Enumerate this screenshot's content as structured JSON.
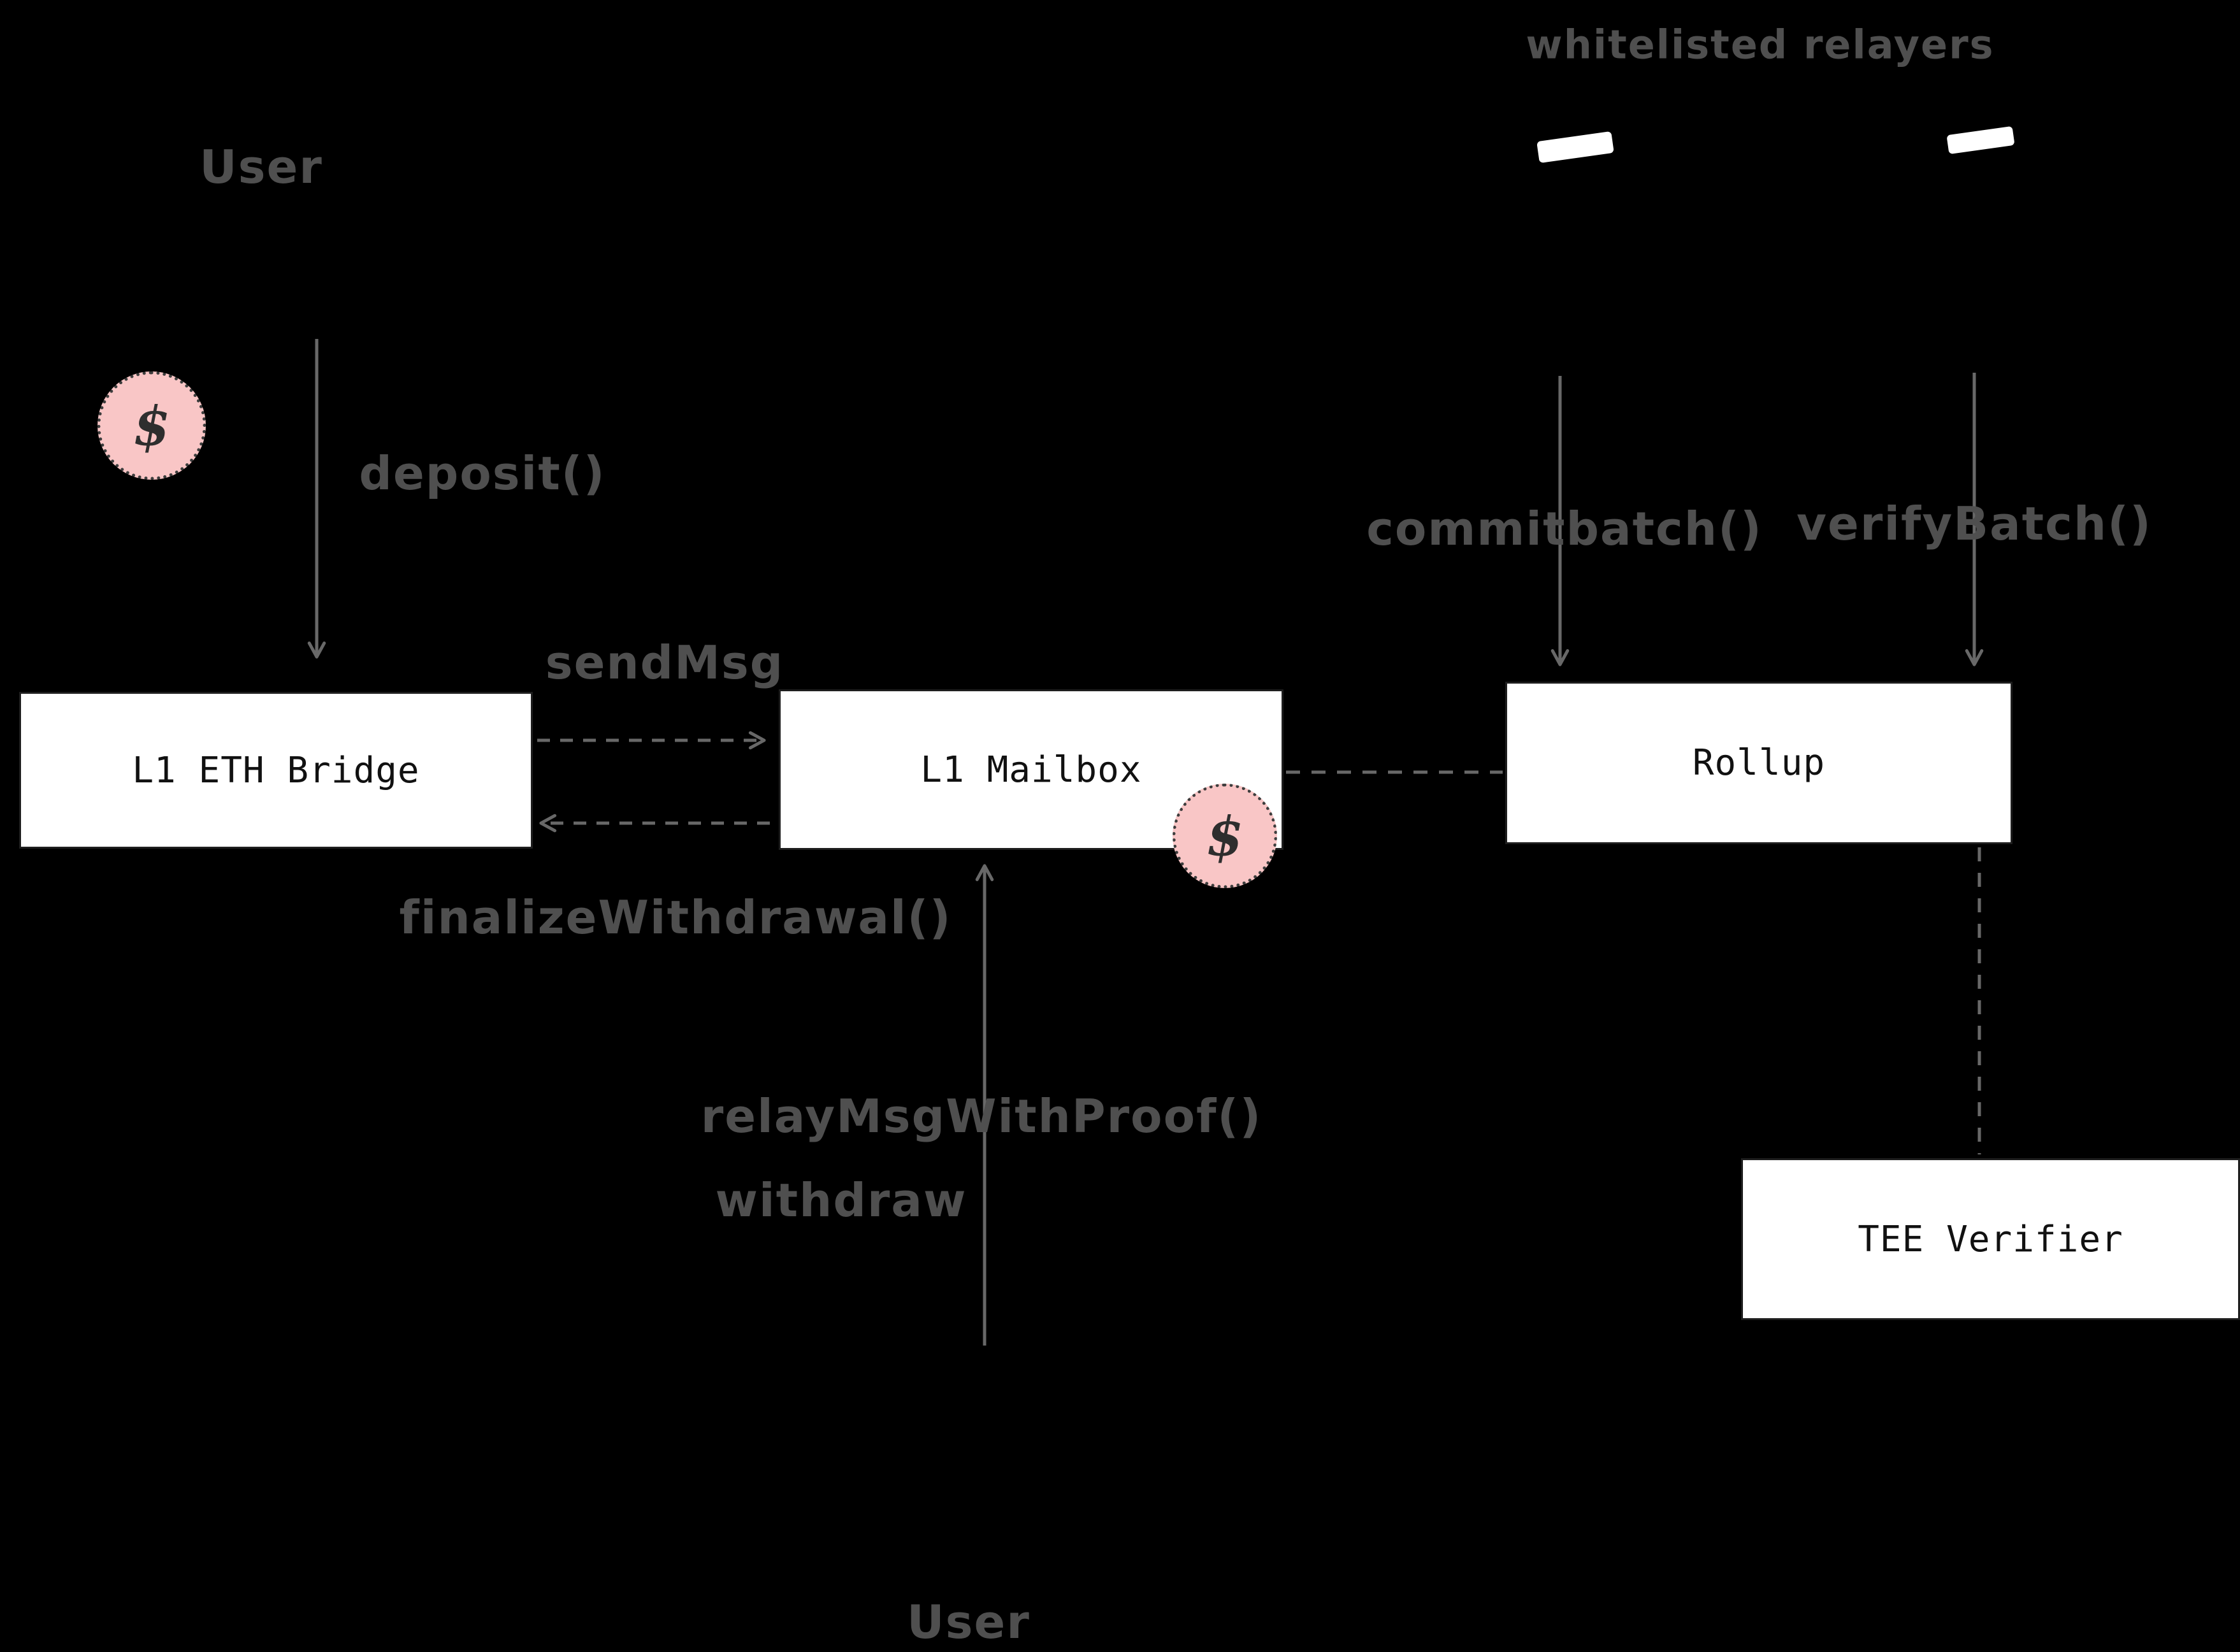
{
  "colors": {
    "background": "#000000",
    "box_fill": "#ffffff",
    "box_border": "#1e1e1e",
    "box_text": "#111111",
    "label_text": "#4f4f4f",
    "arrow": "#686868",
    "coin_fill": "#f9c6c6",
    "coin_border": "#3d3d3d",
    "dollar_text": "#2e2e2e"
  },
  "nodes": {
    "l1_eth_bridge": "L1 ETH Bridge",
    "l1_mailbox": "L1 Mailbox",
    "rollup": "Rollup",
    "tee_verifier": "TEE Verifier"
  },
  "labels": {
    "user_top": "User",
    "user_bottom": "User",
    "whitelisted_relayers": "whitelisted relayers",
    "deposit": "deposit()",
    "send_msg": "sendMsg",
    "finalize_withdrawal": "finalizeWithdrawal()",
    "relay_msg_with_proof": "relayMsgWithProof()",
    "withdraw": "withdraw",
    "commit_batch": "commitbatch()",
    "verify_batch": "verifyBatch()",
    "dollar_symbol": "$"
  },
  "connections": [
    {
      "from": "User (top)",
      "to": "L1 ETH Bridge",
      "label": "deposit()",
      "style": "solid-arrow"
    },
    {
      "from": "L1 ETH Bridge",
      "to": "L1 Mailbox",
      "label": "sendMsg",
      "style": "dashed-arrow"
    },
    {
      "from": "L1 Mailbox",
      "to": "L1 ETH Bridge",
      "label": "finalizeWithdrawal()",
      "style": "dashed-arrow"
    },
    {
      "from": "L1 Mailbox",
      "to": "Rollup",
      "label": "",
      "style": "dashed-line"
    },
    {
      "from": "whitelisted relayer 1",
      "to": "Rollup",
      "label": "commitbatch()",
      "style": "solid-arrow"
    },
    {
      "from": "whitelisted relayer 2",
      "to": "Rollup",
      "label": "verifyBatch()",
      "style": "solid-arrow"
    },
    {
      "from": "Rollup",
      "to": "TEE Verifier",
      "label": "",
      "style": "dashed-line"
    },
    {
      "from": "User (bottom)",
      "to": "L1 Mailbox",
      "label": "relayMsgWithProof() withdraw",
      "style": "solid-arrow"
    }
  ]
}
